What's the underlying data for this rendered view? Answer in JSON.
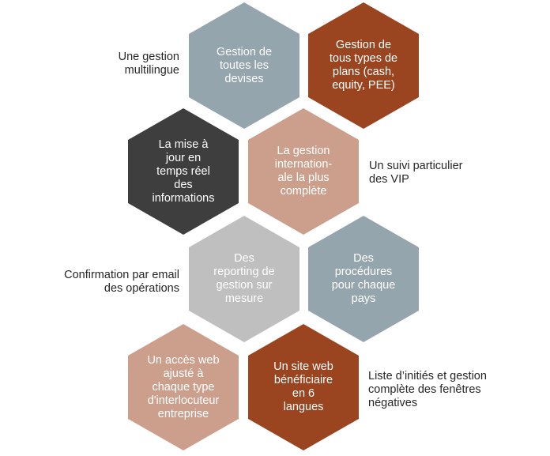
{
  "colors": {
    "blue_gray": "#95a5ae",
    "rust": "#9a4420",
    "charcoal": "#3e3e3e",
    "tan": "#cb9f8c",
    "light_gray": "#bfbfbf",
    "text": "#262626"
  },
  "hexagons": [
    {
      "text": "Gestion de\ntoutes les\ndevises",
      "color": "#95a5ae"
    },
    {
      "text": "Gestion de\ntous types de\nplans (cash,\nequity, PEE)",
      "color": "#9a4420"
    },
    {
      "text": "La mise à\njour en\ntemps réel\ndes\ninformations",
      "color": "#3e3e3e"
    },
    {
      "text": "La gestion\ninternation-\nale la plus\ncomplète",
      "color": "#cb9f8c"
    },
    {
      "text": "Des\nreporting de\ngestion sur\nmesure",
      "color": "#bfbfbf"
    },
    {
      "text": "Des\nprocédures\npour chaque\npays",
      "color": "#95a5ae"
    },
    {
      "text": "Un accès web\najusté à\nchaque type\nd'interlocuteur\nentreprise",
      "color": "#cb9f8c"
    },
    {
      "text": "Un site web\nbénéficiaire\nen 6\nlangues",
      "color": "#9a4420"
    }
  ],
  "side_labels": [
    {
      "text": "Une gestion\nmultilingue"
    },
    {
      "text": "Un suivi particulier\ndes VIP"
    },
    {
      "text": "Confirmation par email\ndes opérations"
    },
    {
      "text": "Liste d’initiés et gestion\ncomplète des fenêtres\nnégatives"
    }
  ]
}
